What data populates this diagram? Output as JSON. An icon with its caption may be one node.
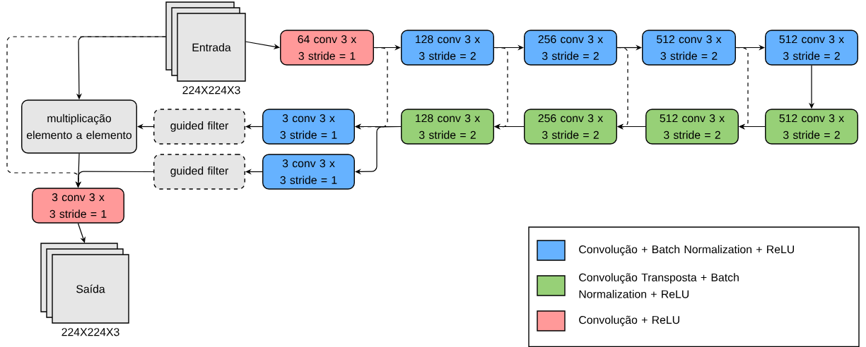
{
  "diagram": {
    "nodes": [
      {
        "text": [
          "Entrada"
        ],
        "beside": [
          "224X224X3"
        ]
      },
      {
        "text": [
          "64 conv 3 x 3 stride = 1"
        ]
      },
      {
        "text": [
          "128 conv 3 x 3 stride = 2"
        ]
      },
      {
        "text": [
          "256 conv 3 x 3 stride = 2"
        ]
      },
      {
        "text": [
          "512 conv 3 x 3 stride = 2"
        ]
      },
      {
        "text": [
          "512 conv 3 x 3 stride = 2"
        ]
      },
      {
        "text": [
          "512 conv 3 x 3 stride = 2"
        ]
      },
      {
        "text": [
          "512 conv 3 x 3 stride = 2"
        ]
      },
      {
        "text": [
          "256 conv 3 x 3 stride = 2"
        ]
      },
      {
        "text": [
          "128 conv 3 x 3 stride = 2"
        ]
      },
      {
        "text": [
          "3 conv 3 x 3 stride = 1"
        ]
      },
      {
        "text": [
          "guided filter"
        ]
      },
      {
        "text": [
          "multiplicação elemento a elemento"
        ]
      },
      {
        "text": [
          "3 conv 3 x 3 stride = 1"
        ]
      },
      {
        "text": [
          "guided filter"
        ]
      },
      {
        "text": [
          "3 conv 3 x 3 stride = 1"
        ]
      },
      {
        "text": [
          "Saída"
        ],
        "beside": [
          "224X224X3"
        ]
      }
    ],
    "edges": [
      {
        "from": 0,
        "to": 1,
        "arrow": "to"
      },
      {
        "from": 1,
        "to": 2,
        "arrow": "to"
      },
      {
        "from": 2,
        "to": 3,
        "arrow": "to"
      },
      {
        "from": 3,
        "to": 4,
        "arrow": "to"
      },
      {
        "from": 4,
        "to": 5,
        "arrow": "to"
      },
      {
        "from": 5,
        "to": 6,
        "arrow": "to"
      },
      {
        "from": 6,
        "to": 7,
        "arrow": "to"
      },
      {
        "from": 7,
        "to": 8,
        "arrow": "to"
      },
      {
        "from": 8,
        "to": 9,
        "arrow": "to"
      },
      {
        "from": 9,
        "to": 10,
        "arrow": "to"
      },
      {
        "from": 9,
        "to": 13,
        "arrow": "to"
      },
      {
        "from": 10,
        "to": 11,
        "arrow": "to"
      },
      {
        "from": 11,
        "to": 12,
        "arrow": "to"
      },
      {
        "from": 13,
        "to": 14,
        "arrow": "to"
      },
      {
        "from": 14,
        "to": 15,
        "arrow": "to"
      },
      {
        "from": 12,
        "to": 15,
        "arrow": "to"
      },
      {
        "from": 0,
        "to": 12,
        "arrow": "to"
      },
      {
        "from": 0,
        "to": 15,
        "arrow": "to",
        "style": "dashed"
      },
      {
        "from": 1,
        "to": 10,
        "arrow": "to",
        "style": "dashed"
      },
      {
        "from": 2,
        "to": 9,
        "arrow": "to",
        "style": "dashed"
      },
      {
        "from": 3,
        "to": 8,
        "arrow": "to",
        "style": "dashed"
      },
      {
        "from": 4,
        "to": 7,
        "arrow": "to",
        "style": "dashed"
      },
      {
        "from": 15,
        "to": 16,
        "arrow": "to"
      }
    ],
    "legend": [
      {
        "text": "Convolução + Batch Normalization + ReLU",
        "color": "#66b2ff"
      },
      {
        "text": "Convolução Transposta + Batch Normalization + ReLU",
        "color": "#97d077"
      },
      {
        "text": "Convolução + ReLU",
        "color": "#ff9999"
      }
    ]
  }
}
